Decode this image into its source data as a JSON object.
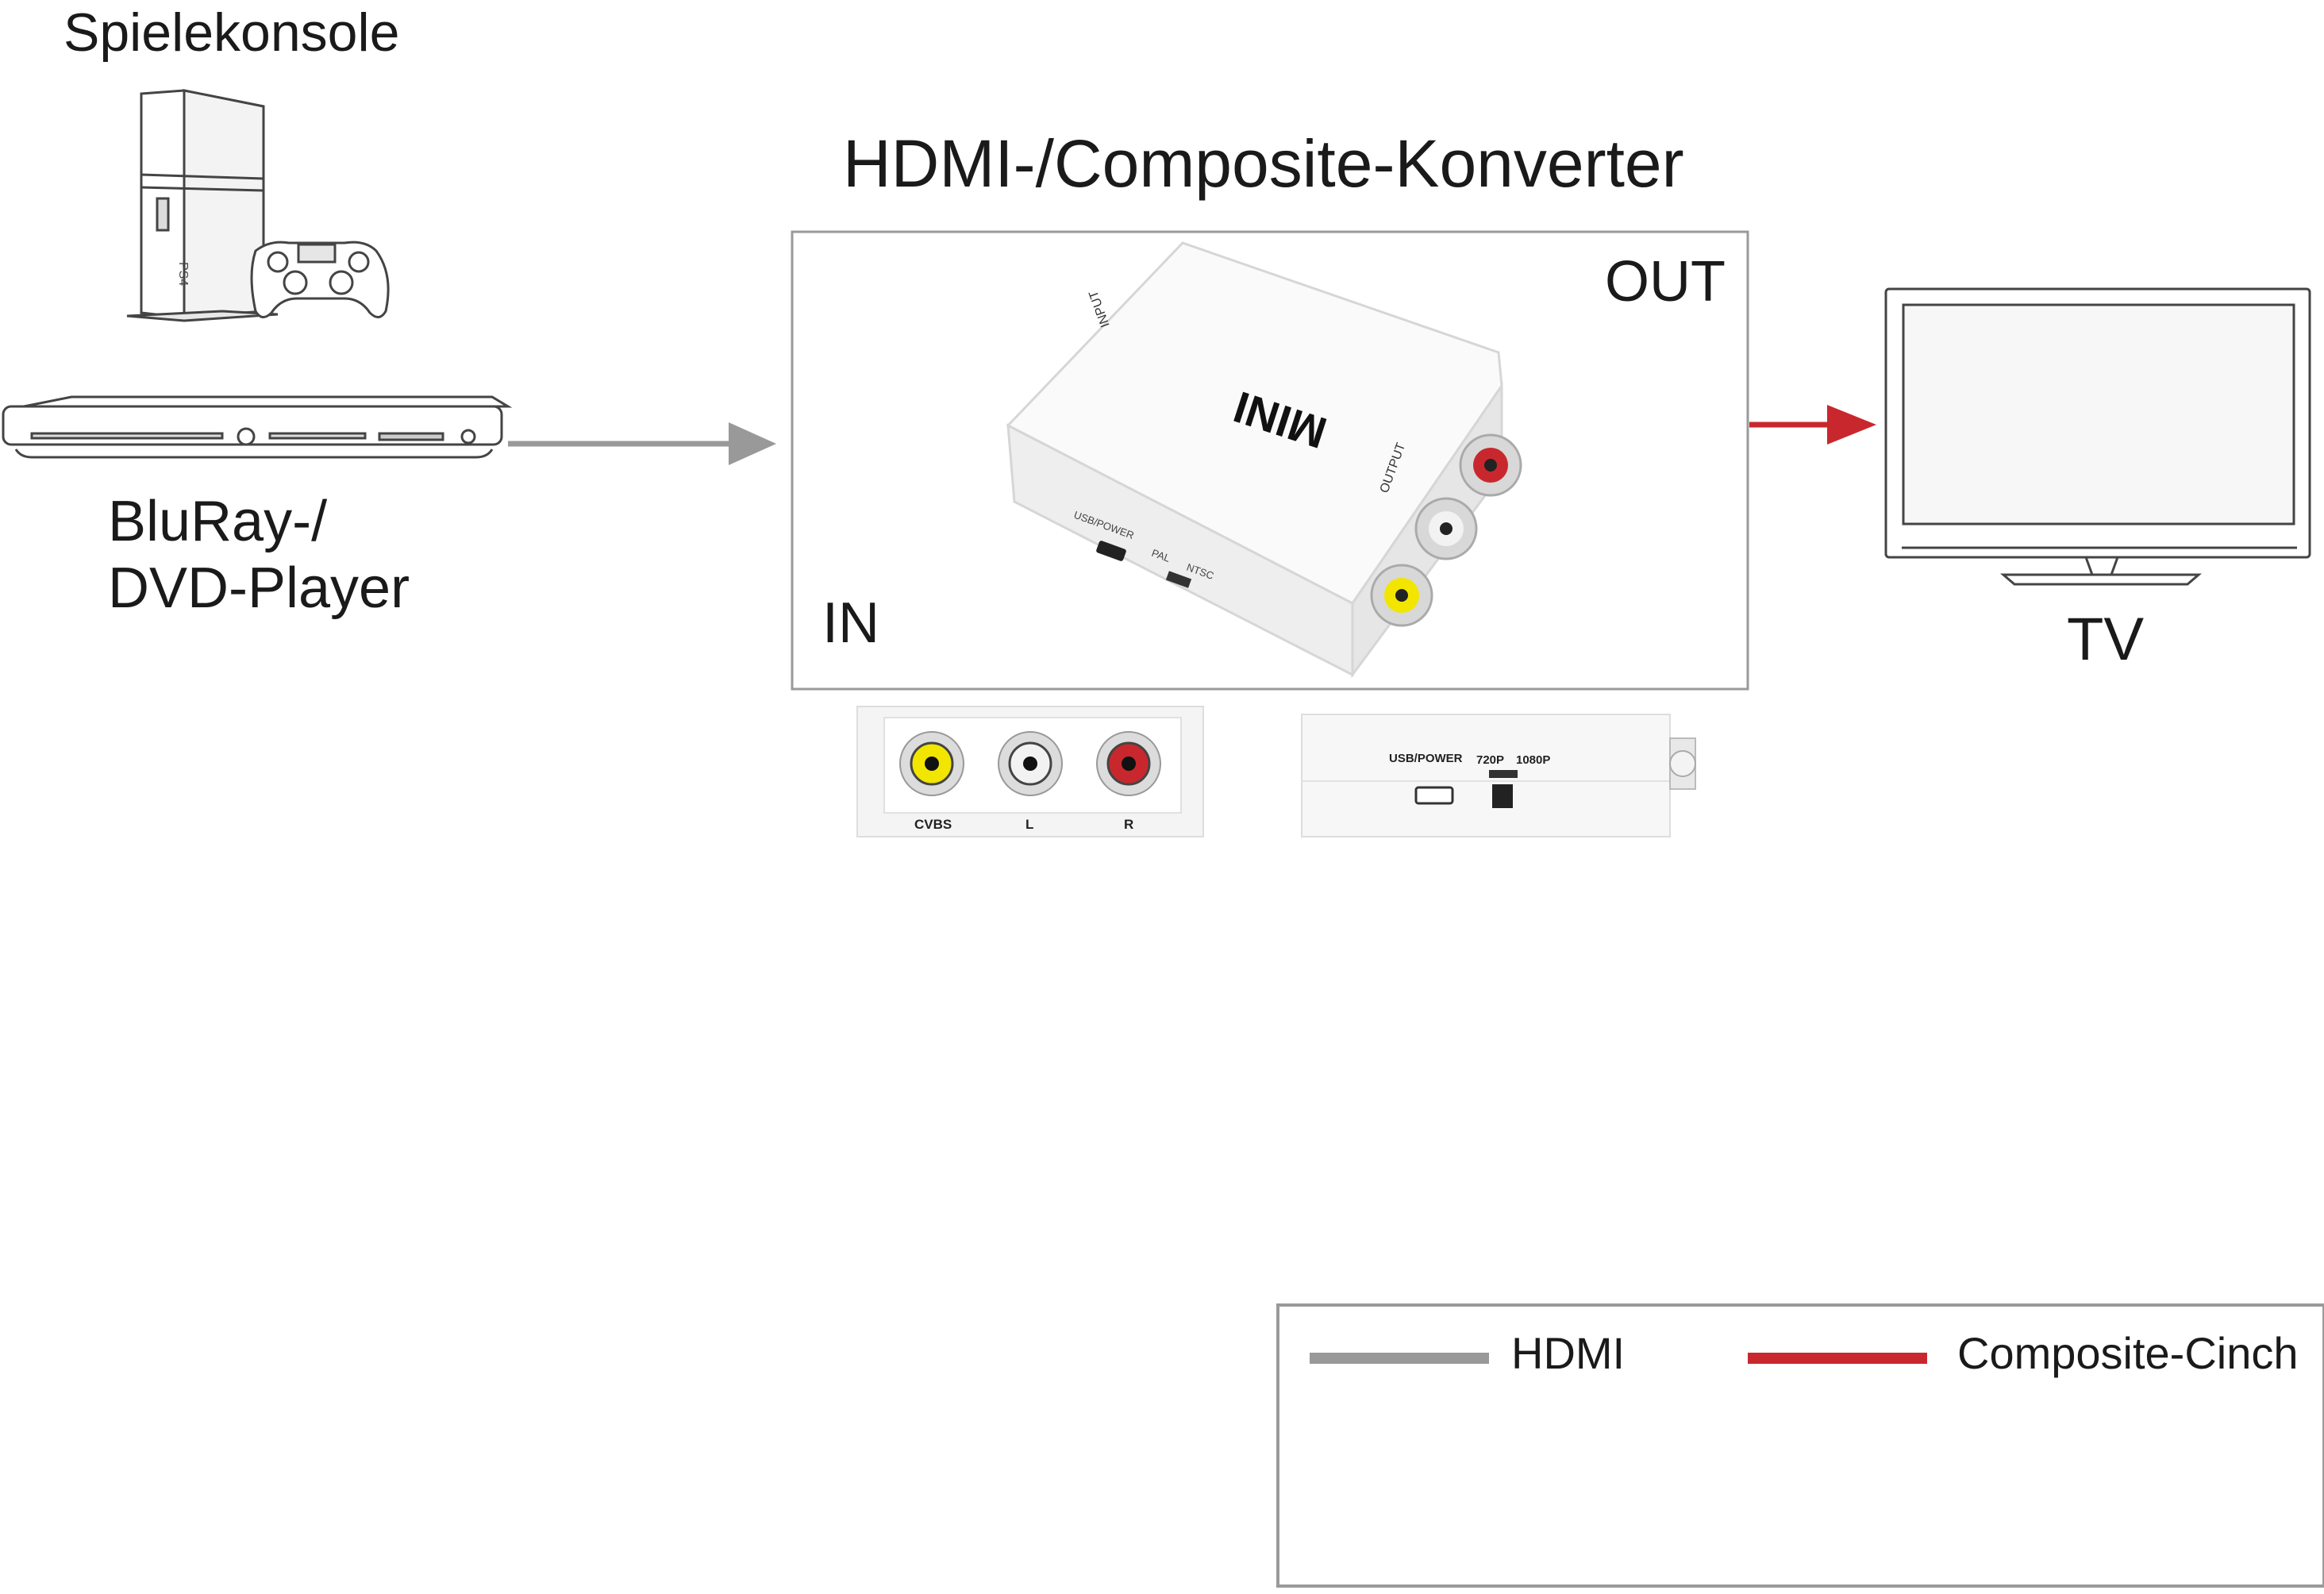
{
  "labels": {
    "console": "Spielekonsole",
    "player_line1": "BluRay-/",
    "player_line2": "DVD-Player",
    "converter_title": "HDMI-/Composite-Konverter",
    "in": "IN",
    "out": "OUT",
    "tv": "TV"
  },
  "device_print": {
    "brand": "MINI",
    "input": "INPUT",
    "output": "OUTPUT",
    "usb_power": "USB/POWER",
    "pal": "PAL",
    "ntsc": "NTSC",
    "cvbs": "CVBS",
    "left": "L",
    "right": "R",
    "res_720": "720P",
    "res_1080": "1080P",
    "console_brand": "PS4"
  },
  "legend": {
    "items": [
      {
        "label": "HDMI",
        "color": "#999999"
      },
      {
        "label": "Composite-Cinch",
        "color": "#c8282d"
      }
    ]
  },
  "colors": {
    "hdmi": "#999999",
    "composite": "#c8282d",
    "frame": "#9a9a9a",
    "rca_yellow": "#f2e500",
    "rca_white": "#e8e8e8",
    "rca_red": "#c8282d"
  }
}
